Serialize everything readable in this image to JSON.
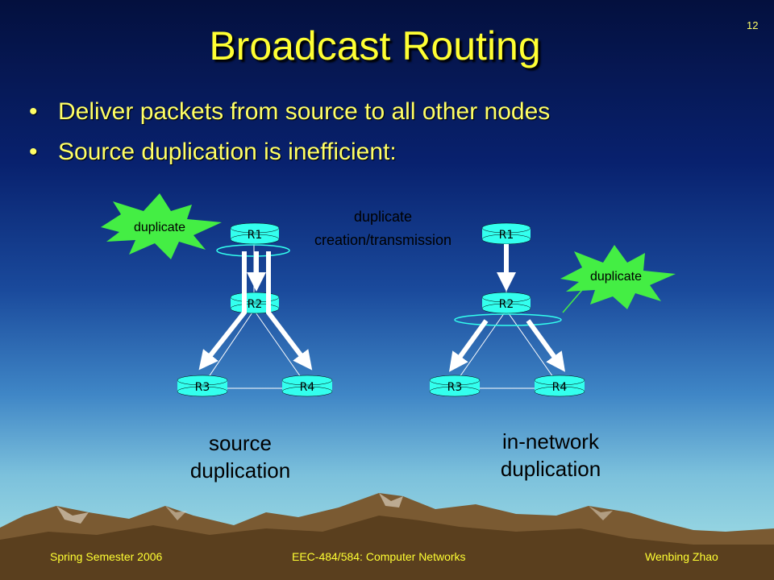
{
  "slide": {
    "number": "12",
    "title": "Broadcast Routing",
    "bullets": [
      "Deliver packets from source to all other nodes",
      "Source duplication is inefficient:"
    ]
  },
  "diagram": {
    "annotation_line1": "duplicate",
    "annotation_line2": "creation/transmission",
    "burst_label": "duplicate",
    "routers": [
      "R1",
      "R2",
      "R3",
      "R4"
    ],
    "left_caption_line1": "source",
    "left_caption_line2": "duplication",
    "right_caption_line1": "in-network",
    "right_caption_line2": "duplication"
  },
  "footer": {
    "left": "Spring Semester 2006",
    "center": "EEC-484/584: Computer Networks",
    "right": "Wenbing Zhao"
  },
  "colors": {
    "title": "#ffff33",
    "router": "#33ffee",
    "burst": "#44ee44"
  }
}
